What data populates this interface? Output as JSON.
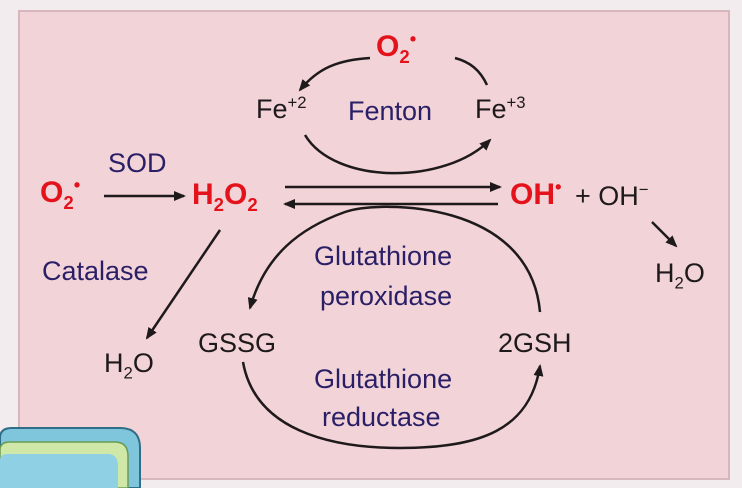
{
  "colors": {
    "panel": "#f2d3d8",
    "species_red": "#e3121b",
    "enzyme_navy": "#2a1f66",
    "text_black": "#1e1a1c",
    "corner_blue": "#7fc6dc",
    "corner_green": "#cfe8a8"
  },
  "species": {
    "superoxide_top": {
      "base": "O",
      "sub": "2",
      "sup": "•"
    },
    "fe2": {
      "base": "Fe",
      "sup": "+2"
    },
    "fe3": {
      "base": "Fe",
      "sup": "+3"
    },
    "superoxide_left": {
      "base": "O",
      "sub": "2",
      "sup": "•"
    },
    "h2o2": {
      "base1": "H",
      "sub1": "2",
      "base2": "O",
      "sub2": "2"
    },
    "hydroxyl_radical": {
      "base": "OH",
      "sup": "•"
    },
    "hydroxide": {
      "plus": "+ OH",
      "sup": "−"
    },
    "water_right": {
      "base1": "H",
      "sub1": "2",
      "base2": "O"
    },
    "water_left": {
      "base1": "H",
      "sub1": "2",
      "base2": "O"
    },
    "gssg": "GSSG",
    "gsh": "2GSH"
  },
  "enzymes": {
    "fenton": "Fenton",
    "sod": "SOD",
    "catalase": "Catalase",
    "gpx_line1": "Glutathione",
    "gpx_line2": "peroxidase",
    "gr_line1": "Glutathione",
    "gr_line2": "reductase"
  }
}
